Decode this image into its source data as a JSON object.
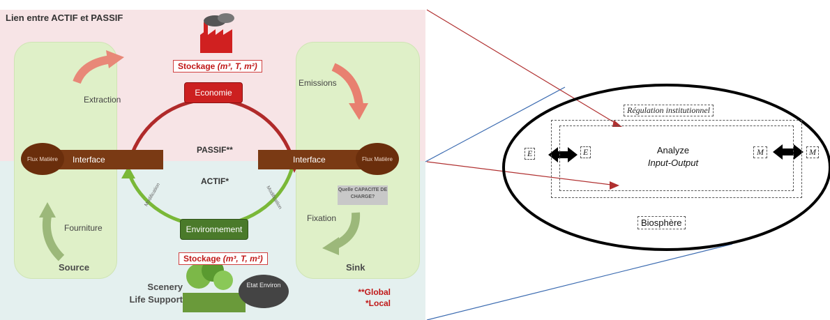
{
  "diagram": {
    "title": "Lien entre ACTIF et PASSIF",
    "left_panel": {
      "stockage_top": {
        "word": "Stockage",
        "units": "(m³, T, m²)"
      },
      "stockage_bottom": {
        "word": "Stockage",
        "units": "(m³, T, m²)"
      },
      "economie": "Economie",
      "environnement": "Environnement",
      "passif": "PASSIF**",
      "actif": "ACTIF*",
      "extraction": "Extraction",
      "emissions": "Emissions",
      "fourniture": "Fourniture",
      "fixation": "Fixation",
      "source": "Source",
      "sink": "Sink",
      "interface_left": "Interface",
      "interface_right": "Interface",
      "flux_left": "Flux Matière",
      "flux_right": "Flux Matière",
      "capacite": "Quelle CAPACITE DE CHARGE?",
      "modification_left": "Modification",
      "modification_right": "Modification",
      "scenery": "Scenery",
      "life_support": "Life Support",
      "etat_environ": "Etat Environ",
      "global": "**Global",
      "local": "*Local"
    },
    "right_panel": {
      "regulation": "Régulation institutionnel",
      "analyze": "Analyze",
      "input_output": "Input-Output",
      "e_left": "E",
      "e_right": "E",
      "m_left": "M",
      "m_right": "M",
      "biosphere": "Biosphère"
    },
    "colors": {
      "pink_background": "#f7e4e6",
      "blue_background": "#e4f0ef",
      "green_boxes": "#dff0c8",
      "economie_red": "#cc2020",
      "environnement_green": "#4a7a2a",
      "interface_brown": "#7a3a14",
      "connector_red": "#b03030",
      "connector_blue": "#3a6ab0"
    }
  }
}
